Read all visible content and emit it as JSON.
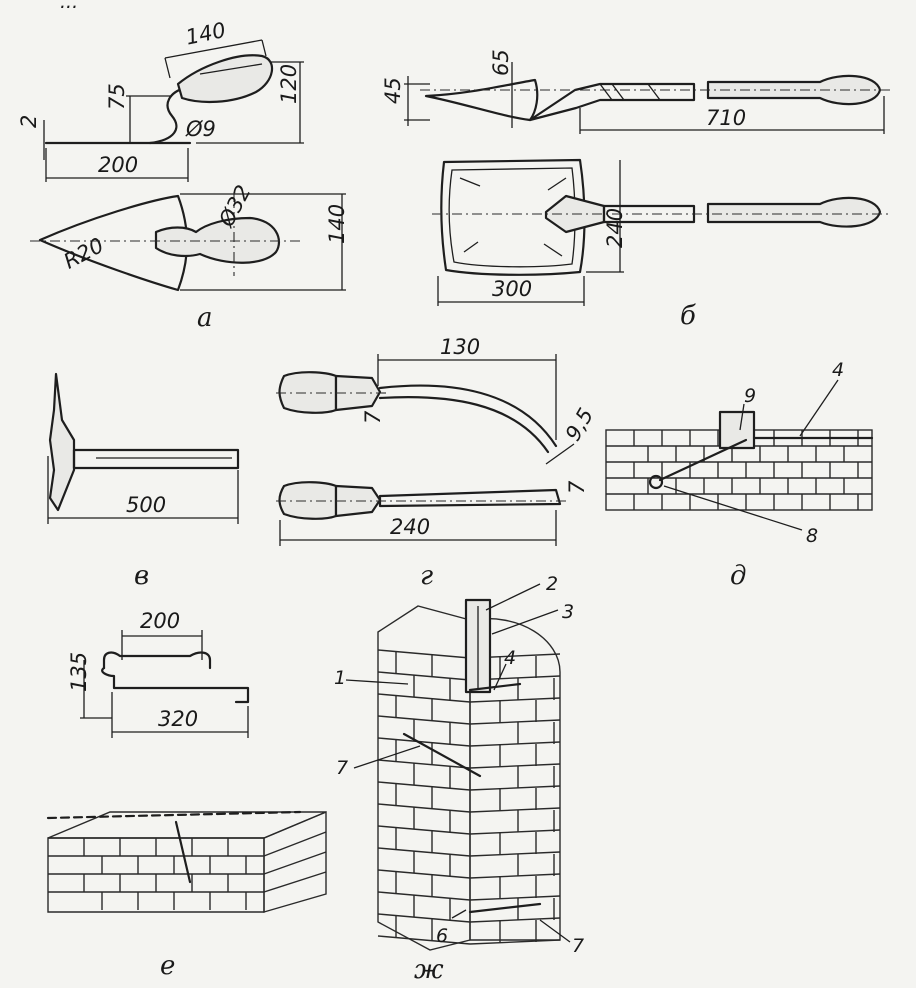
{
  "top_fragment": "...",
  "panels": {
    "a": {
      "label": "а",
      "dims": {
        "d140_top": "140",
        "d120": "120",
        "d75": "75",
        "d2": "2",
        "d9": "Ø9",
        "d200": "200",
        "r20": "R20",
        "d32": "Ø32",
        "d140_right": "140"
      }
    },
    "b": {
      "label": "б",
      "dims": {
        "d65": "65",
        "d45": "45",
        "d710": "710",
        "d240": "240",
        "d300": "300"
      }
    },
    "v": {
      "label": "в",
      "dims": {
        "d500": "500"
      }
    },
    "g": {
      "label": "г",
      "dims": {
        "d130": "130",
        "d7a": "7",
        "d9_5": "9,5",
        "d7b": "7",
        "d240": "240"
      }
    },
    "d": {
      "label": "д",
      "callouts": {
        "n9": "9",
        "n4": "4",
        "n8": "8"
      }
    },
    "e": {
      "label": "е",
      "dims": {
        "d200": "200",
        "d135": "135",
        "d320": "320"
      }
    },
    "zh": {
      "label": "ж",
      "callouts": {
        "n2": "2",
        "n3": "3",
        "n1": "1",
        "n4": "4",
        "n7a": "7",
        "n6": "6",
        "n7b": "7"
      }
    }
  }
}
